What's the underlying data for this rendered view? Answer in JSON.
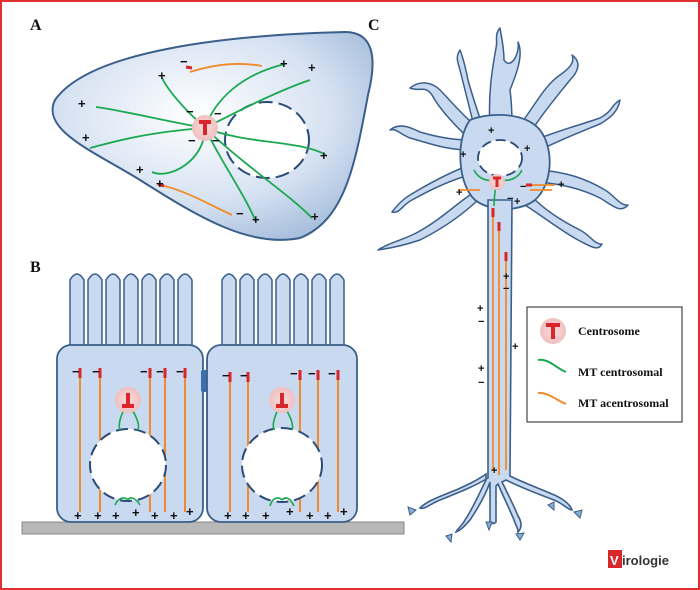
{
  "panels": {
    "a": "A",
    "b": "B",
    "c": "C"
  },
  "legend": {
    "centrosome": "Centrosome",
    "mt_centrosomal": "MT centrosomal",
    "mt_acentrosomal": "MT acentrosomal"
  },
  "signs": {
    "plus": "+",
    "minus": "−"
  },
  "logo": {
    "initial": "V",
    "rest": "irologie"
  },
  "colors": {
    "frame": "#e03030",
    "cell_fill": "#c9d9ef",
    "cell_stroke": "#3a5f8a",
    "mt_centrosomal": "#1aa850",
    "mt_acentrosomal": "#f08a2a",
    "minus_end": "#d8262b",
    "centrosome": "#d8262b",
    "centrosome_halo": "#f3c9c9",
    "substrate": "#b8b8b8",
    "junction": "#3a6fb0"
  }
}
